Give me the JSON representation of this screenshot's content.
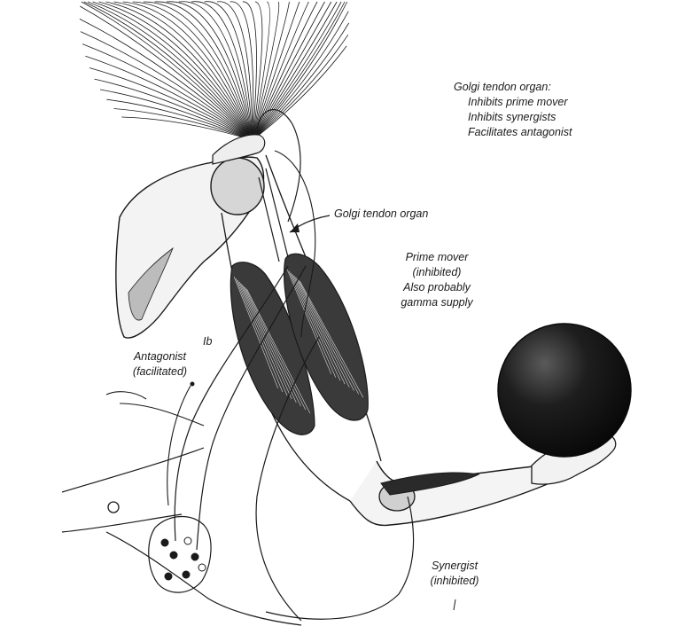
{
  "colors": {
    "ink": "#1a1a1a",
    "paper": "#ffffff",
    "ball_fill": "#161616",
    "muscle_fill": "#2a2a2a"
  },
  "labels": {
    "golgi_summary": {
      "title": "Golgi tendon organ:",
      "items": [
        "Inhibits prime mover",
        "Inhibits synergists",
        "Facilitates antagonist"
      ]
    },
    "golgi_pointer": "Golgi tendon organ",
    "prime_mover": [
      "Prime mover",
      "(inhibited)",
      "Also probably",
      "gamma supply"
    ],
    "ib": "Ib",
    "antagonist": [
      "Antagonist",
      "(facilitated)"
    ],
    "synergist": [
      "Synergist",
      "(inhibited)"
    ]
  }
}
